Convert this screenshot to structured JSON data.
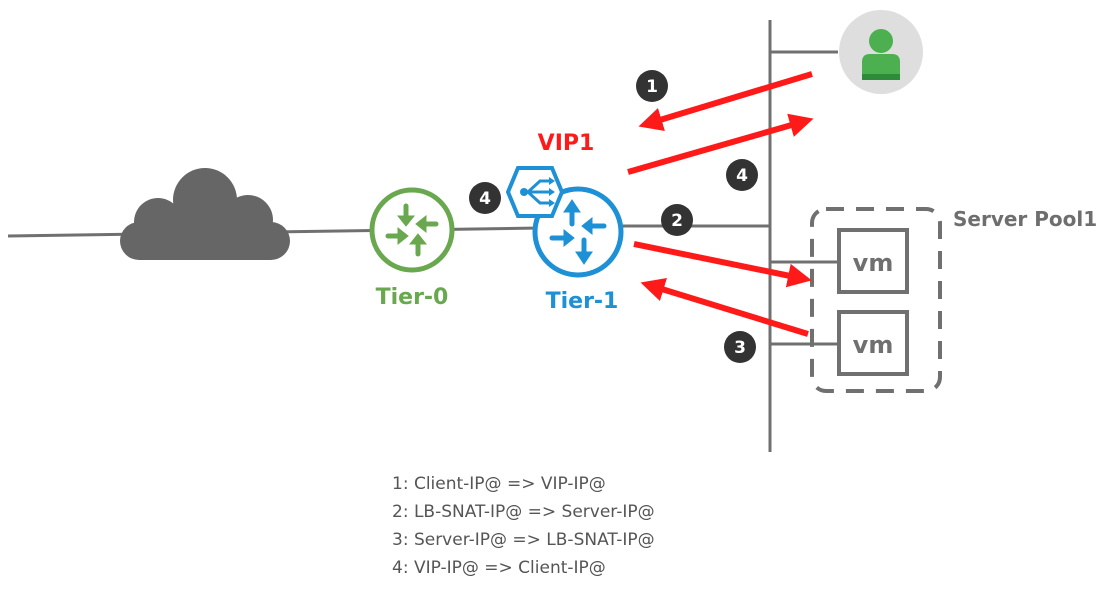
{
  "diagram": {
    "tier0_label": "Tier-0",
    "tier1_label": "Tier-1",
    "vip_label": "VIP1",
    "server_pool_label": "Server Pool1",
    "vm_labels": [
      "vm",
      "vm"
    ],
    "badges": [
      "1",
      "2",
      "3",
      "4",
      "4"
    ],
    "colors": {
      "tier0": "#6aa84f",
      "tier1": "#1e90d6",
      "vip_and_arrows": "#ff1a1a",
      "network_lines": "#707070",
      "cloud": "#666666",
      "badge": "#333333"
    },
    "icons": [
      "cloud-icon",
      "tier0-router-icon",
      "tier1-router-icon",
      "load-balancer-icon",
      "client-user-icon",
      "vm-icon"
    ]
  },
  "legend": [
    "1: Client-IP@ => VIP-IP@",
    "2: LB-SNAT-IP@ => Server-IP@",
    "3: Server-IP@ => LB-SNAT-IP@",
    "4: VIP-IP@ => Client-IP@"
  ]
}
